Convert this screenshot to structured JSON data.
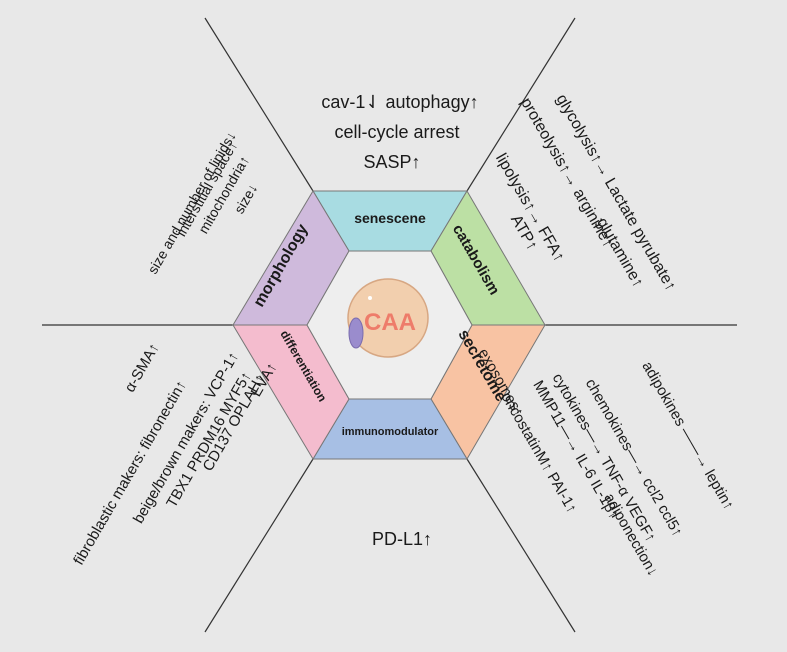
{
  "center": {
    "label": "CAA"
  },
  "segments": {
    "senescene": "senescene",
    "catabolism": "catabolism",
    "secretome": "secretome",
    "immunomodulator": "immunomodulator",
    "differentiation": "differentiation",
    "morphology": "morphology"
  },
  "senescene": {
    "line1": "cav-1⇃ autophagy↑",
    "line2": "cell-cycle arrest",
    "line3": "SASP↑"
  },
  "immunomodulator": {
    "line1": "PD-L1↑"
  },
  "morphology": {
    "line1": "size and number of lipids↓",
    "line2": "interstitial space↑",
    "line3": "mitochondria↑",
    "line4": "size↓"
  },
  "catabolism": {
    "line1": "glycolysis↑→ Lactate pyrubate↑",
    "line2": "proteolysis↑→ arginine↑",
    "line3": "glutamine↑",
    "line4": "lipolysis↑→ FFA↑",
    "line5": "ATP↑"
  },
  "secretome": {
    "line1": "adipokines ——→ leptin↑",
    "line2": "adiponection↓",
    "line3": "chemokines—→ ccl2  ccl5↑",
    "line4": "cytokines—→ TNF-α VEGF↑",
    "line5": "MMP11—→ IL-6  IL-1β↑",
    "line6": "oncostatinM↑ PAI-1↑",
    "line7": "exosomes↑"
  },
  "differentiation": {
    "line1": "fibroblastic makers: fibronectin↑",
    "line2": "α-SMA↑",
    "line3": "beige/brown makers: VCP-1↑",
    "line4": "TBX1 PRDM16 MYF5↑",
    "line5": "CD137 OPLAH↑",
    "line6": "EVA↑"
  },
  "colors": {
    "background": "#e8e8e8",
    "senescene": "#a8dce2",
    "catabolism": "#bce0a4",
    "secretome": "#f8c3a3",
    "immunomodulator": "#a7bfe4",
    "differentiation": "#f4bcce",
    "morphology": "#cfbadc",
    "inner_hex": "#eeeeee",
    "cell": "#f2cfae",
    "nucleus": "#9a8ccd",
    "center_label": "#ee7c6a"
  }
}
